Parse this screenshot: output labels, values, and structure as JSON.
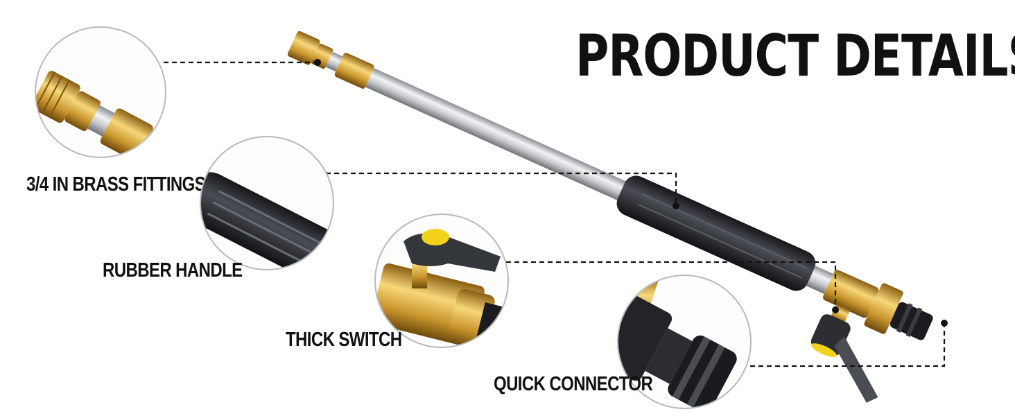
{
  "title": "PRODUCT DETAILS",
  "features": [
    {
      "label": "3/4 IN BRASS FITTINGS",
      "icon": "brass-fitting-closeup"
    },
    {
      "label": "RUBBER HANDLE",
      "icon": "rubber-handle-closeup"
    },
    {
      "label": "THICK SWITCH",
      "icon": "switch-valve-closeup"
    },
    {
      "label": "QUICK CONNECTOR",
      "icon": "quick-connector-closeup"
    }
  ],
  "colors": {
    "text": "#111111",
    "brass": "#d4a537",
    "handle": "#2b2d31",
    "steel": "#c7c9cc",
    "switch_cap": "#f2d21b",
    "circle_border": "#b9b9b9"
  }
}
